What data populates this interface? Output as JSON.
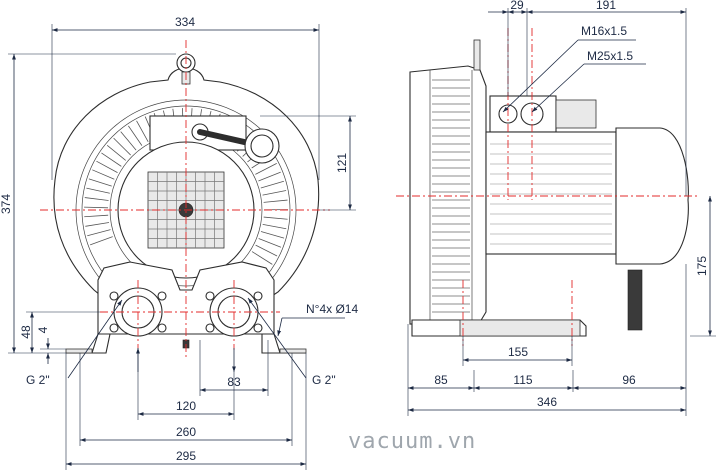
{
  "diagram": {
    "front_view": {
      "overall_width": "334",
      "overall_height": "374",
      "center_to_top": "121",
      "base_height": "48",
      "foot_thickness": "4",
      "foot_holes": "N°4x Ø14",
      "port_left": "G 2\"",
      "port_right": "G 2\"",
      "port_spacing_small": "83",
      "port_spacing": "120",
      "foot_spacing": "260",
      "base_width": "295"
    },
    "side_view": {
      "top_offset_small": "29",
      "top_offset_large": "191",
      "thread_small": "M16x1.5",
      "thread_large": "M25x1.5",
      "shaft_height": "175",
      "foot_inner": "155",
      "seg_left": "85",
      "seg_mid": "115",
      "seg_right": "96",
      "overall_length": "346"
    }
  },
  "watermark": "vacuum.vn",
  "colors": {
    "dimension": "#1d2a44",
    "centerline": "#e32b2b",
    "outline": "#2d2d2d"
  }
}
